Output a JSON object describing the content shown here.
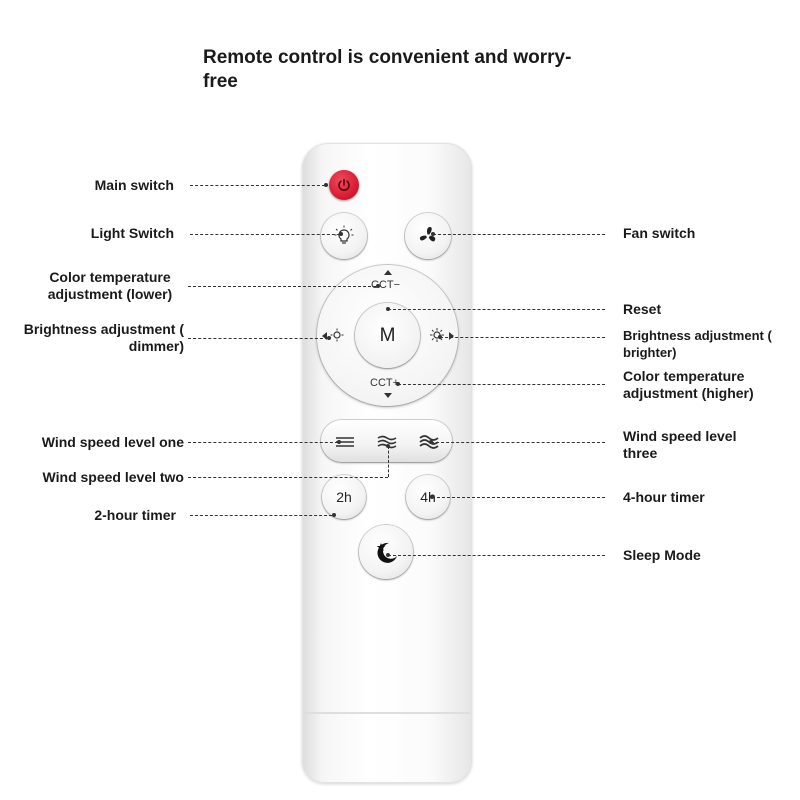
{
  "title": "Remote control is convenient and worry-free",
  "remote": {
    "center_label": "M",
    "cct_minus": "CCT−",
    "cct_plus": "CCT+",
    "timer_2h": "2h",
    "timer_4h": "4h"
  },
  "labels": {
    "main_switch": "Main switch",
    "light_switch": "Light Switch",
    "fan_switch": "Fan switch",
    "cct_lower": "Color temperature adjustment (lower)",
    "reset": "Reset",
    "brightness_dimmer": "Brightness adjustment ( dimmer)",
    "brightness_brighter": "Brightness adjustment ( brighter)",
    "cct_higher": "Color temperature adjustment (higher)",
    "wind_one": "Wind speed level one",
    "wind_two": "Wind speed level two",
    "wind_three": "Wind speed level three",
    "timer_2h": "2-hour timer",
    "timer_4h": "4-hour timer",
    "sleep_mode": "Sleep Mode"
  },
  "icons": {
    "power": "power-icon",
    "light": "bulb-icon",
    "fan": "fan-icon",
    "brightness_down": "sun-dim-icon",
    "brightness_up": "sun-bright-icon",
    "wind_one": "wind-one-icon",
    "wind_two": "wind-two-icon",
    "wind_three": "wind-three-icon",
    "sleep": "moon-star-icon"
  },
  "colors": {
    "power_button": "#d81d35",
    "remote_body": "#ffffff"
  }
}
